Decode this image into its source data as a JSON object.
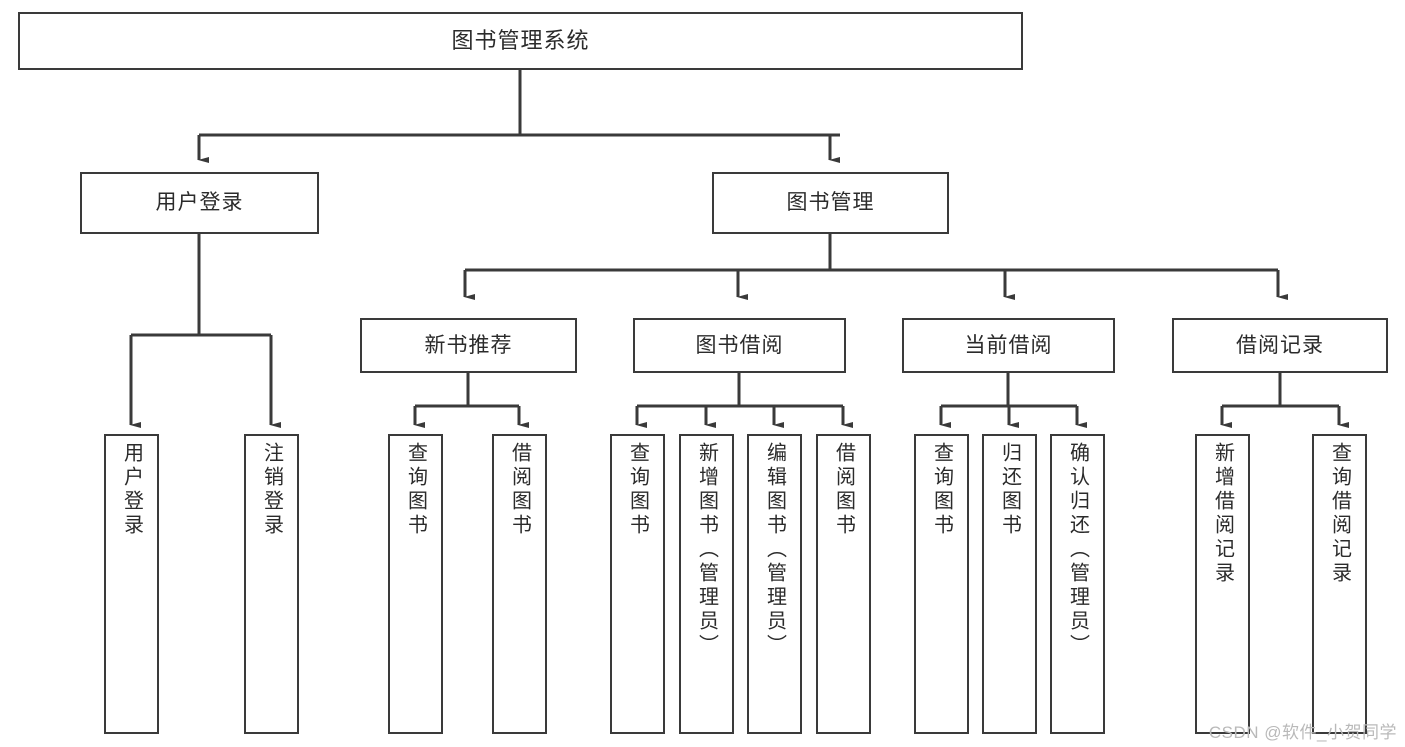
{
  "diagram": {
    "type": "tree-hierarchy-chart",
    "title": "图书管理系统",
    "watermark": "CSDN @软件_小贺同学",
    "colors": {
      "stroke": "#3a3a3a",
      "text": "#2b2b2b",
      "background": "#ffffff",
      "watermark": "#b9b9b9"
    },
    "levels": {
      "level0": [
        "图书管理系统"
      ],
      "level1": [
        "用户登录",
        "图书管理"
      ],
      "level2": [
        "新书推荐",
        "图书借阅",
        "当前借阅",
        "借阅记录"
      ],
      "level3": [
        "用户登录",
        "注销登录",
        "查询图书",
        "借阅图书",
        "查询图书",
        "新增图书（管理员）",
        "编辑图书（管理员）",
        "借阅图书",
        "查询图书",
        "归还图书",
        "确认归还（管理员）",
        "新增借阅记录",
        "查询借阅记录"
      ]
    },
    "nodes": {
      "root": {
        "label": "图书管理系统"
      },
      "user_login": {
        "label": "用户登录"
      },
      "book_manage": {
        "label": "图书管理"
      },
      "new_book_rec": {
        "label": "新书推荐"
      },
      "book_borrow": {
        "label": "图书借阅"
      },
      "current_borrow": {
        "label": "当前借阅"
      },
      "borrow_record": {
        "label": "借阅记录"
      },
      "leaf_user_login": {
        "label": "用户登录"
      },
      "leaf_logout": {
        "label": "注销登录"
      },
      "leaf_query_book_1": {
        "label": "查询图书"
      },
      "leaf_borrow_book_1": {
        "label": "借阅图书"
      },
      "leaf_query_book_2": {
        "label": "查询图书"
      },
      "leaf_add_book": {
        "label": "新增图书（管理员）"
      },
      "leaf_edit_book": {
        "label": "编辑图书（管理员）"
      },
      "leaf_borrow_book_2": {
        "label": "借阅图书"
      },
      "leaf_query_book_3": {
        "label": "查询图书"
      },
      "leaf_return_book": {
        "label": "归还图书"
      },
      "leaf_confirm_return": {
        "label": "确认归还（管理员）"
      },
      "leaf_add_record": {
        "label": "新增借阅记录"
      },
      "leaf_query_record": {
        "label": "查询借阅记录"
      }
    },
    "edges": [
      {
        "from": "root",
        "to": "user_login"
      },
      {
        "from": "root",
        "to": "book_manage"
      },
      {
        "from": "user_login",
        "to": "leaf_user_login"
      },
      {
        "from": "user_login",
        "to": "leaf_logout"
      },
      {
        "from": "book_manage",
        "to": "new_book_rec"
      },
      {
        "from": "book_manage",
        "to": "book_borrow"
      },
      {
        "from": "book_manage",
        "to": "current_borrow"
      },
      {
        "from": "book_manage",
        "to": "borrow_record"
      },
      {
        "from": "new_book_rec",
        "to": "leaf_query_book_1"
      },
      {
        "from": "new_book_rec",
        "to": "leaf_borrow_book_1"
      },
      {
        "from": "book_borrow",
        "to": "leaf_query_book_2"
      },
      {
        "from": "book_borrow",
        "to": "leaf_add_book"
      },
      {
        "from": "book_borrow",
        "to": "leaf_edit_book"
      },
      {
        "from": "book_borrow",
        "to": "leaf_borrow_book_2"
      },
      {
        "from": "current_borrow",
        "to": "leaf_query_book_3"
      },
      {
        "from": "current_borrow",
        "to": "leaf_return_book"
      },
      {
        "from": "current_borrow",
        "to": "leaf_confirm_return"
      },
      {
        "from": "borrow_record",
        "to": "leaf_add_record"
      },
      {
        "from": "borrow_record",
        "to": "leaf_query_record"
      }
    ]
  }
}
